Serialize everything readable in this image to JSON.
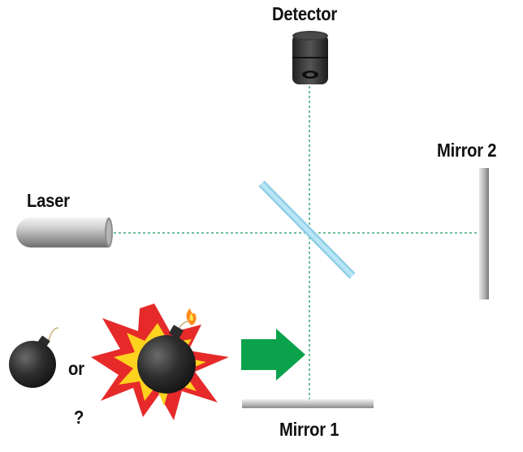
{
  "labels": {
    "detector": "Detector",
    "laser": "Laser",
    "mirror_2": "Mirror 2",
    "mirror_1": "Mirror 1",
    "or": "or",
    "question": "?"
  },
  "colors": {
    "beam": "#1a9a5c",
    "beam_splitter": "#a9dff2",
    "arrow": "#0aa24a",
    "explosion_outer": "#e62a2a",
    "explosion_inner": "#ffd21f",
    "bomb": "#2b2b2b"
  },
  "icons": [
    "detector-icon",
    "laser-icon",
    "beam-splitter-icon",
    "mirror-icon",
    "bomb-icon",
    "exploding-bomb-icon",
    "arrow-right-icon"
  ]
}
